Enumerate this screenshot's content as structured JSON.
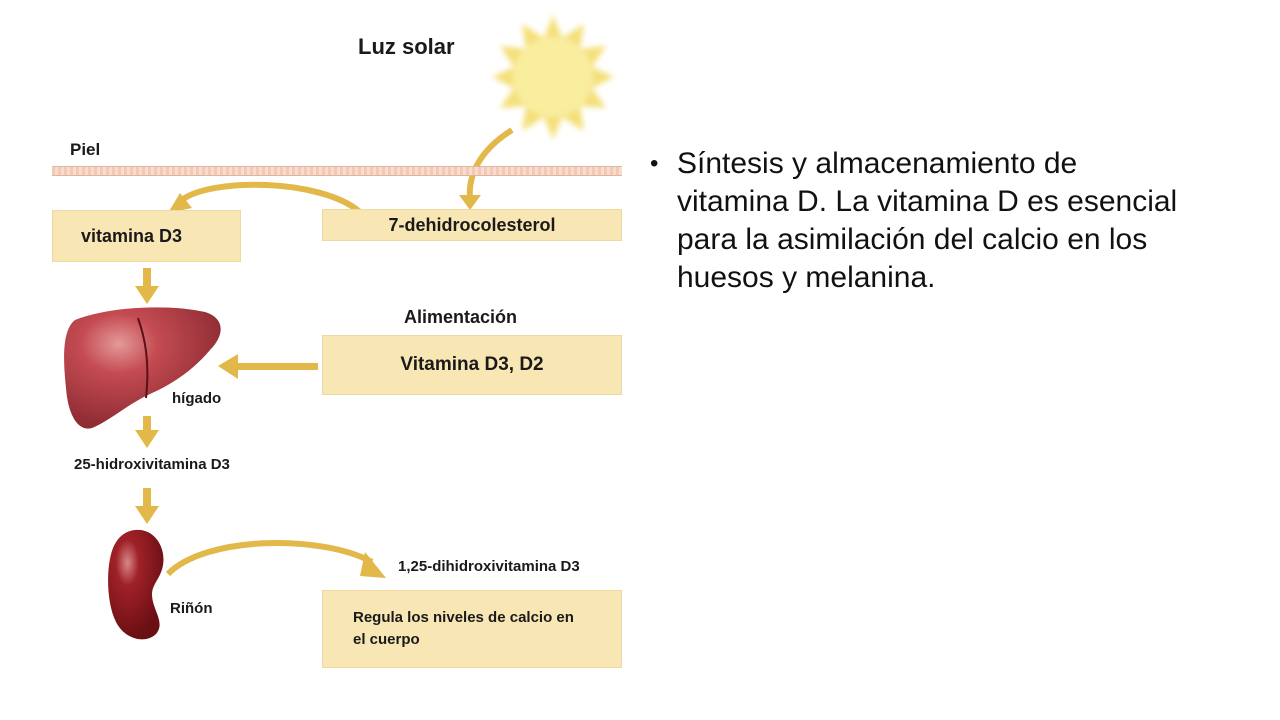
{
  "diagram": {
    "sunlight_label": "Luz solar",
    "skin_label": "Piel",
    "dehydrocholesterol_box": "7-dehidrocolesterol",
    "vitamin_d3_box": "vitamina D3",
    "diet_label": "Alimentación",
    "diet_box": "Vitamina D3, D2",
    "liver_label": "hígado",
    "hydroxy_label": "25-hidroxivitamina D3",
    "kidney_label": "Riñón",
    "dihydroxy_label": "1,25-dihidroxivitamina D3",
    "regulates_box": "Regula los niveles de calcio en el cuerpo"
  },
  "bullet": {
    "marker": "•",
    "text": "Síntesis y almacenamiento de vitamina D. La vitamina D es esencial para la asimilación del calcio en los huesos y melanina."
  },
  "colors": {
    "arrow": "#e3b84a",
    "box_fill": "#f8e6b4",
    "sun": "#f6e58a",
    "liver": "#b8424a",
    "kidney": "#8a1a20"
  }
}
